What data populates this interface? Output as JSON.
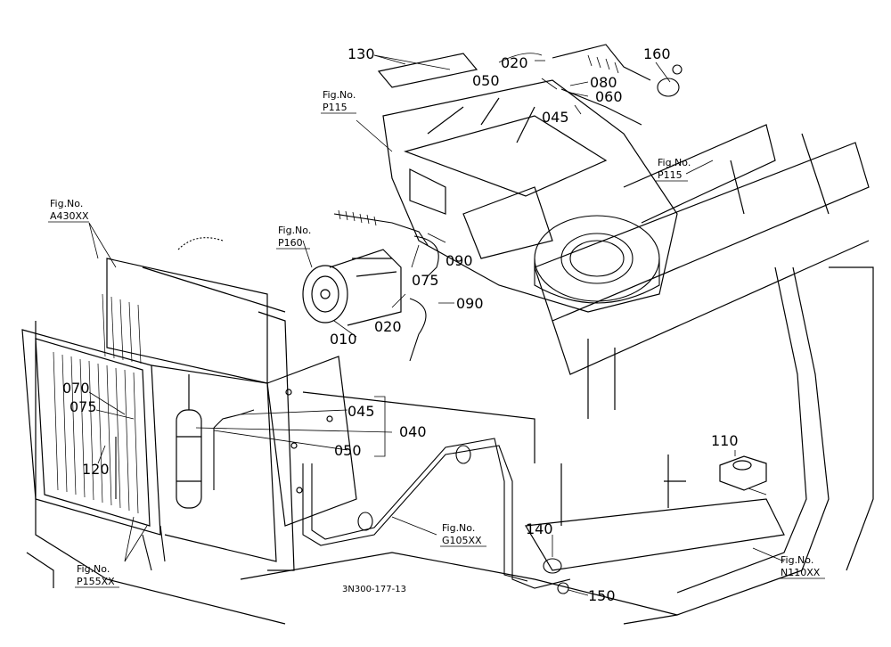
{
  "callouts": {
    "c130": "130",
    "c020a": "020",
    "c160": "160",
    "c050a": "050",
    "c080": "080",
    "c060": "060",
    "c045a": "045",
    "c090a": "090",
    "c075a": "075",
    "c020b": "020",
    "c090b": "090",
    "c010": "010",
    "c070": "070",
    "c075b": "075",
    "c120": "120",
    "c045b": "045",
    "c040": "040",
    "c050b": "050",
    "c110": "110",
    "c140": "140",
    "c150": "150"
  },
  "fig_refs": {
    "p115a": {
      "line1": "Fig.No.",
      "line2": "P115"
    },
    "p115b": {
      "line1": "Fig.No.",
      "line2": "P115"
    },
    "a430": {
      "line1": "Fig.No.",
      "line2": "A430XX"
    },
    "p160": {
      "line1": "Fig.No.",
      "line2": "P160"
    },
    "g105": {
      "line1": "Fig.No.",
      "line2": "G105XX"
    },
    "p155": {
      "line1": "Fig.No.",
      "line2": "P155XX"
    },
    "n110": {
      "line1": "Fig.No.",
      "line2": "N110XX"
    }
  },
  "drawing_number": "3N300-177-13"
}
